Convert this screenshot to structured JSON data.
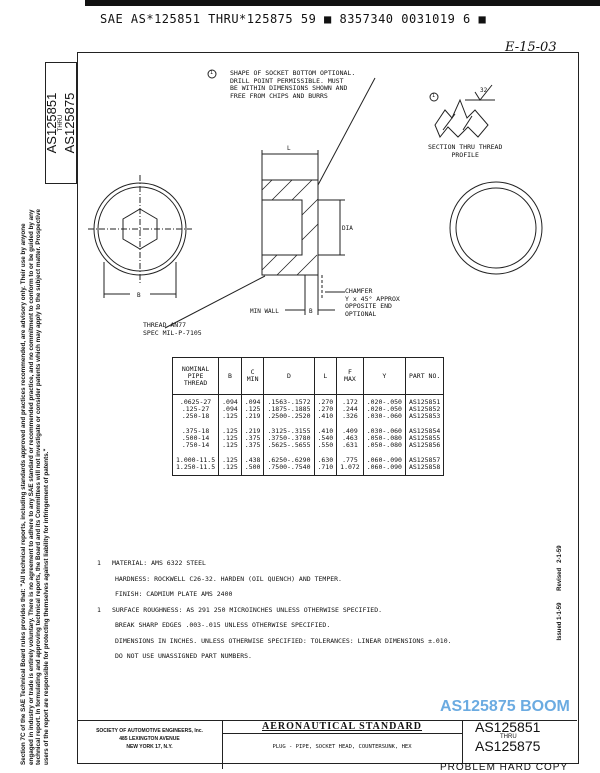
{
  "header": {
    "doc_line": "SAE AS*125851 THRU*125875 59 ■ 8357340 0031019 6 ■",
    "handwritten_ref": "E-15-03"
  },
  "side_id": {
    "first": "AS125851",
    "thru": "THRU",
    "last": "AS125875"
  },
  "disclaimer": "Section 7C of the SAE Technical Board rules provides that: \"All technical reports, including standards approved and practices recommended, are advisory only. Their use by anyone engaged in industry or trade is entirely voluntary. There is no agreement to adhere to any SAE standard or recommended practice, and no commitment to conform to or be guided by any technical report. In formulating and approving technical reports, the Board and its Committees will not investigate or consider patents which may apply to the subject matter. Prospective users of the report are responsible for protecting themselves against liability for infringement of patents.\"",
  "revision": {
    "label1": "Issued 1-1-59",
    "label2": "Revised",
    "label3": "2-1-59"
  },
  "drawing": {
    "socket_note": "SHAPE OF SOCKET BOTTOM OPTIONAL.\nDRILL POINT PERMISSIBLE. MUST\nBE WITHIN DIMENSIONS SHOWN AND\nFREE FROM CHIPS AND BURRS",
    "socket_note_marker": "1",
    "thread_note": "THREAD AN77\nSPEC MIL-P-7105",
    "min_wall": "MIN WALL",
    "chamfer_note": "CHAMFER\nY x 45° APPROX\nOPPOSITE END\nOPTIONAL",
    "section_label": "SECTION THRU THREAD\nPROFILE",
    "section_marker": "1",
    "roughness_value": "32",
    "dim_L": "L",
    "dim_D": "DIA",
    "dim_B": "B",
    "dim_B2": "B"
  },
  "table": {
    "headers": [
      "NOMINAL\nPIPE\nTHREAD",
      "B",
      "C\nMIN",
      "D",
      "L",
      "F\nMAX",
      "Y",
      "PART NO."
    ],
    "groups": [
      [
        [
          ".0625-27",
          ".094",
          ".094",
          ".1563-.1572",
          ".270",
          ".172",
          ".020-.050",
          "AS125851"
        ],
        [
          ".125-27",
          ".094",
          ".125",
          ".1875-.1885",
          ".270",
          ".244",
          ".020-.050",
          "AS125852"
        ],
        [
          ".250-18",
          ".125",
          ".219",
          ".2500-.2520",
          ".410",
          ".326",
          ".030-.060",
          "AS125853"
        ]
      ],
      [
        [
          ".375-18",
          ".125",
          ".219",
          ".3125-.3155",
          ".410",
          ".409",
          ".030-.060",
          "AS125854"
        ],
        [
          ".500-14",
          ".125",
          ".375",
          ".3750-.3780",
          ".540",
          ".463",
          ".050-.080",
          "AS125855"
        ],
        [
          ".750-14",
          ".125",
          ".375",
          ".5625-.5655",
          ".550",
          ".631",
          ".050-.080",
          "AS125856"
        ]
      ],
      [
        [
          "1.000-11.5",
          ".125",
          ".438",
          ".6250-.6290",
          ".630",
          ".775",
          ".060-.090",
          "AS125857"
        ],
        [
          "1.250-11.5",
          ".125",
          ".500",
          ".7500-.7540",
          ".710",
          "1.072",
          ".060-.090",
          "AS125858"
        ]
      ]
    ]
  },
  "notes": {
    "marker_a": "1",
    "material": "MATERIAL:  AMS 6322  STEEL",
    "hardness": "HARDNESS:  ROCKWELL C26-32.  HARDEN (OIL QUENCH) AND TEMPER.",
    "finish": "FINISH:  CADMIUM PLATE AMS 2400",
    "marker_b": "1",
    "roughness": "SURFACE ROUGHNESS:  AS 291   250 MICROINCHES UNLESS OTHERWISE SPECIFIED.",
    "edges": "BREAK SHARP EDGES .003-.015 UNLESS OTHERWISE SPECIFIED.",
    "dimensions": "DIMENSIONS IN INCHES.  UNLESS OTHERWISE SPECIFIED:  TOLERANCES: LINEAR DIMENSIONS ±.010.",
    "unassigned": "DO NOT USE UNASSIGNED PART NUMBERS."
  },
  "title_block": {
    "society": "SOCIETY OF AUTOMOTIVE ENGINEERS, Inc.",
    "address1": "485 LEXINGTON AVENUE",
    "address2": "NEW YORK 17, N.Y.",
    "standard": "AERONAUTICAL    STANDARD",
    "title": "PLUG - PIPE, SOCKET HEAD, COUNTERSUNK, HEX",
    "number_first": "AS125851",
    "number_thru": "THRU",
    "number_last": "AS125875"
  },
  "footer": {
    "stamp": "PROBLEM HARD COPY",
    "watermark": "AS125875 BOOM"
  }
}
